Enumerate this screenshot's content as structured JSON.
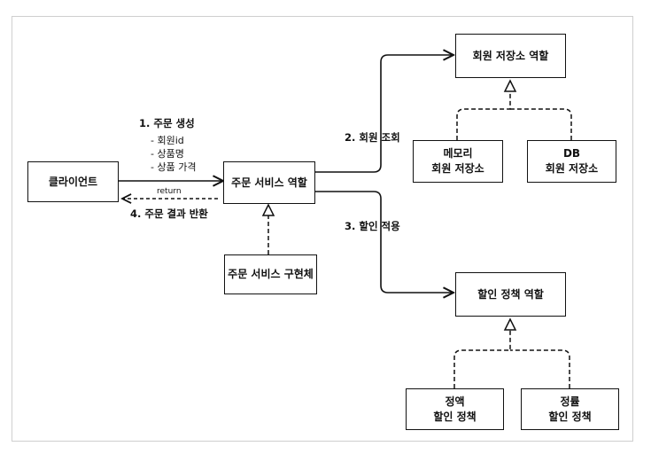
{
  "boxes": {
    "client": "클라이언트",
    "order_service_role": "주문 서비스 역할",
    "order_service_impl": "주문 서비스 구현체",
    "member_repo_role": "회원 저장소 역할",
    "memory_repo": [
      "메모리",
      "회원 저장소"
    ],
    "db_repo": [
      "DB",
      "회원 저장소"
    ],
    "discount_policy_role": "할인 정책 역할",
    "fixed_discount": [
      "정액",
      "할인 정책"
    ],
    "rate_discount": [
      "정률",
      "할인 정책"
    ]
  },
  "labels": {
    "create_order": "1. 주문 생성",
    "params": [
      "- 회원id",
      "- 상품명",
      "- 상품 가격"
    ],
    "return": "return",
    "order_result": "4. 주문 결과 반환",
    "member_lookup": "2. 회원 조회",
    "apply_discount": "3. 할인 적용"
  }
}
